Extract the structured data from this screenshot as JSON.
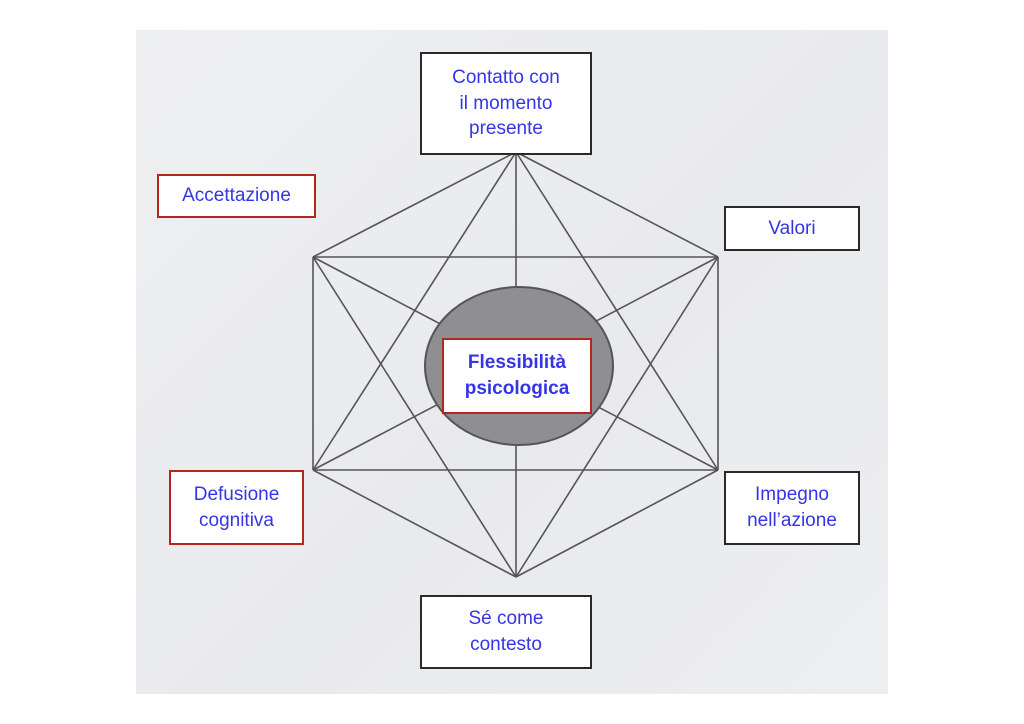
{
  "nodes": {
    "present_moment": "Contatto con\nil momento\npresente",
    "acceptance": "Accettazione",
    "values": "Valori",
    "defusion": "Defusione\ncognitiva",
    "commitment": "Impegno\nnell’azione",
    "self_context": "Sé come\ncontesto"
  },
  "center": "Flessibilità\npsicologica",
  "colors": {
    "text": "#3535e6",
    "box_border_dark": "#2a2a2a",
    "box_border_red": "#b3261e",
    "hexagon_lines": "#555555",
    "center_ellipse": "#8f8f91"
  }
}
